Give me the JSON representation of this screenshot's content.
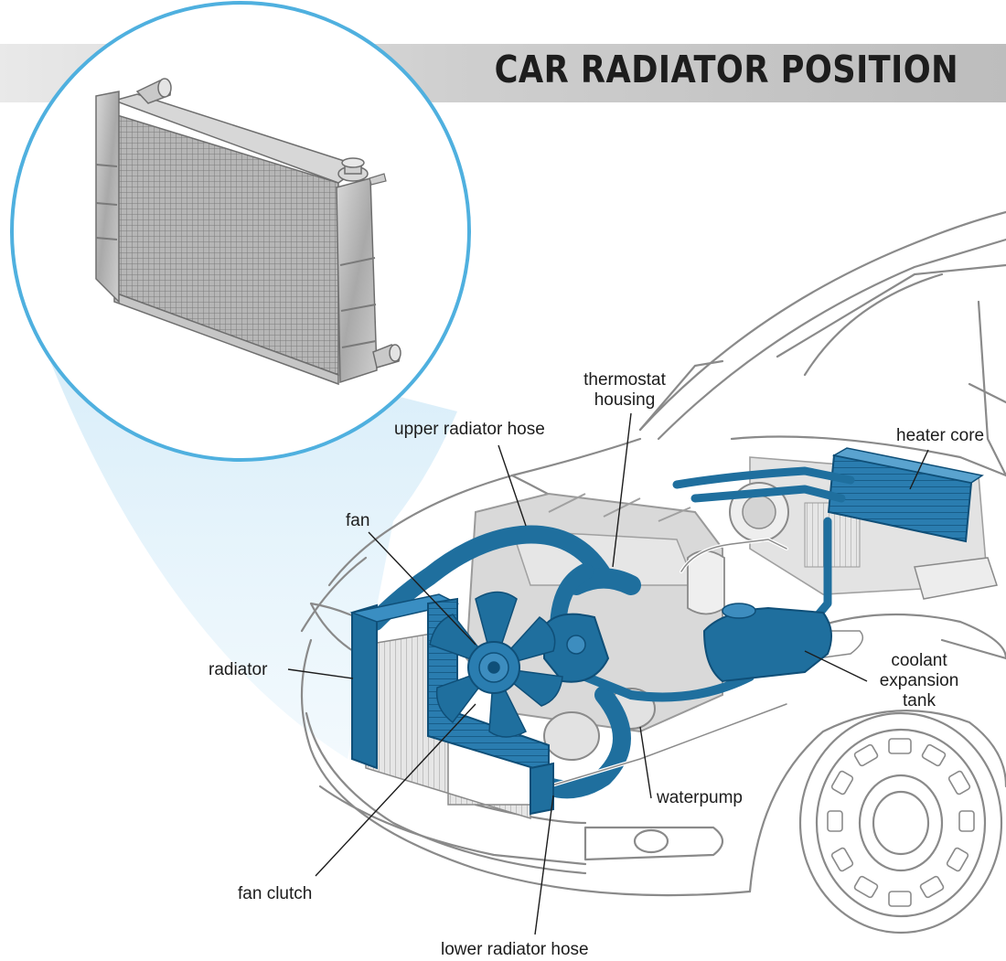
{
  "header": {
    "title": "CAR RADIATOR POSITION"
  },
  "labels": {
    "thermostat_housing": "thermostat\nhousing",
    "upper_radiator_hose": "upper radiator hose",
    "heater_core": "heater core",
    "fan": "fan",
    "radiator": "radiator",
    "coolant_expansion_tank": "coolant\nexpansion\ntank",
    "waterpump": "waterpump",
    "fan_clutch": "fan clutch",
    "lower_radiator_hose": "lower radiator hose"
  },
  "colors": {
    "cooling_system_blue": "#1f6f9e",
    "callout_circle": "#4fb0df",
    "banner_gray": "#c8c8c8",
    "car_outline": "#8a8a8a"
  }
}
